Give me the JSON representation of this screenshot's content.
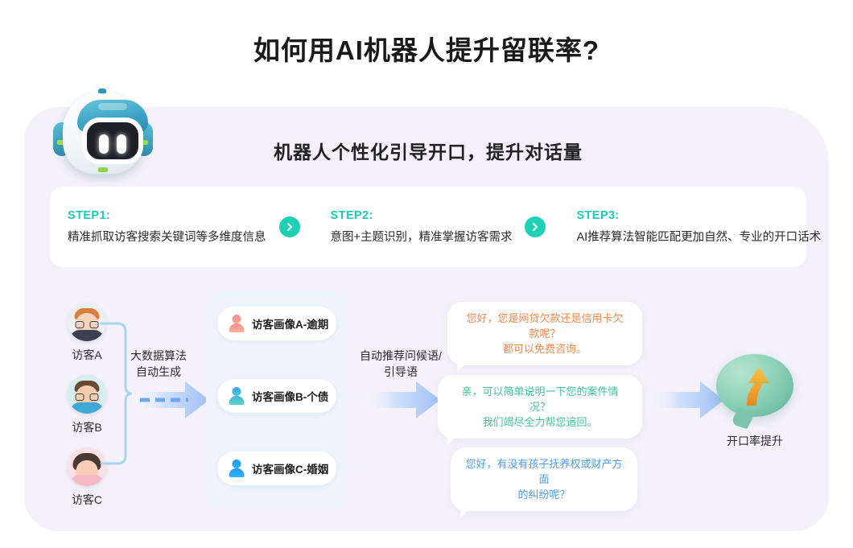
{
  "title": "如何用AI机器人提升留联率?",
  "hero": {
    "robot_icon": "robot-head-icon",
    "subtitle": "机器人个性化引导开口，提升对话量"
  },
  "steps": [
    {
      "label": "STEP1:",
      "text": "精准抓取访客搜索关键词等多维度信息"
    },
    {
      "label": "STEP2:",
      "text": "意图+主题识别，精准掌握访客需求"
    },
    {
      "label": "STEP3:",
      "text": "AI推荐算法智能匹配更加自然、专业的开口话术"
    }
  ],
  "step_separator_icon": "chevron-right-icon",
  "visitors": [
    {
      "label": "访客A",
      "avatar_icon": "avatar-male-glasses-icon"
    },
    {
      "label": "访客B",
      "avatar_icon": "avatar-male-glasses-icon"
    },
    {
      "label": "访客C",
      "avatar_icon": "avatar-female-icon"
    }
  ],
  "flow": {
    "arrow1_label_line1": "大数据算法",
    "arrow1_label_line2": "自动生成",
    "arrow2_label_line1": "自动推荐问候语/",
    "arrow2_label_line2": "引导语"
  },
  "personas": [
    {
      "label": "访客画像A-逾期",
      "icon": "person-icon",
      "color": "#f98b7c"
    },
    {
      "label": "访客画像B-个债",
      "icon": "person-icon",
      "color": "#4ec3cf"
    },
    {
      "label": "访客画像C-婚姻",
      "icon": "person-icon",
      "color": "#22a2f2"
    }
  ],
  "bubbles": [
    {
      "line1": "您好，您是网贷欠款还是信用卡欠款呢？",
      "line2": "都可以免费咨询。",
      "color": "#f4874b"
    },
    {
      "line1": "亲，可以简单说明一下您的案件情况？",
      "line2": "我们竭尽全力帮您追回。",
      "color": "#3fc49a"
    },
    {
      "line1": "您好，有没有孩子抚养权或财产方面",
      "line2": "的纠纷呢？",
      "color": "#4a9df5"
    }
  ],
  "result": {
    "icon": "speech-bubble-up-arrow-icon",
    "label": "开口率提升"
  },
  "colors": {
    "panel_bg": "#f4f1fb",
    "step_accent": "#17cdb2",
    "chevron_bg": "#1ed0b6",
    "persona_panel_bg": "#edf4fc",
    "arrow_blue": "#a9c7f5",
    "bracket_blue": "#a8d4ee"
  }
}
